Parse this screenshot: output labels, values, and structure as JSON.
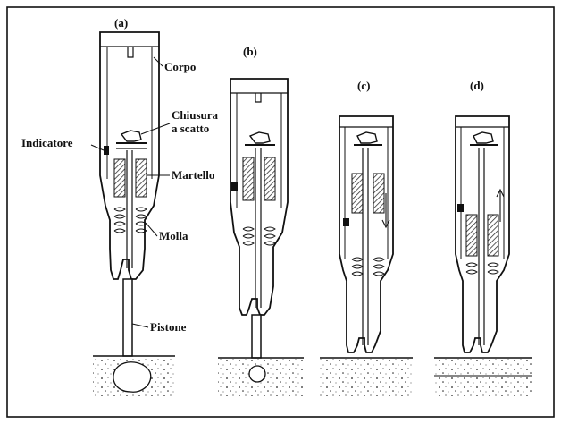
{
  "stages": [
    "(a)",
    "(b)",
    "(c)",
    "(d)"
  ],
  "labels": {
    "corpo": "Corpo",
    "chiusura_line1": "Chiusura",
    "chiusura_line2": "a scatto",
    "indicatore": "Indicatore",
    "martello": "Martello",
    "molla": "Molla",
    "pistone": "Pistone"
  },
  "colors": {
    "ink": "#111111",
    "hatch": "#444444",
    "background": "#ffffff"
  }
}
